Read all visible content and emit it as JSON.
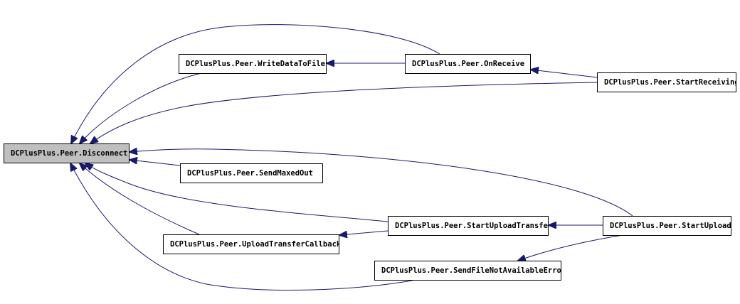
{
  "diagram": {
    "nodes": {
      "disconnect": "DCPlusPlus.Peer.Disconnect",
      "write_data_to_file": "DCPlusPlus.Peer.WriteDataToFile",
      "on_receive": "DCPlusPlus.Peer.OnReceive",
      "start_receiving": "DCPlusPlus.Peer.StartReceiving",
      "send_maxed_out": "DCPlusPlus.Peer.SendMaxedOut",
      "start_upload_transfer": "DCPlusPlus.Peer.StartUploadTransfer",
      "start_upload": "DCPlusPlus.Peer.StartUpload",
      "upload_transfer_callback": "DCPlusPlus.Peer.UploadTransferCallback",
      "send_file_not_available_error": "DCPlusPlus.Peer.SendFileNotAvailableError"
    },
    "edges": [
      {
        "from": "write_data_to_file",
        "to": "disconnect"
      },
      {
        "from": "on_receive",
        "to": "disconnect"
      },
      {
        "from": "on_receive",
        "to": "write_data_to_file"
      },
      {
        "from": "start_receiving",
        "to": "on_receive"
      },
      {
        "from": "start_receiving",
        "to": "disconnect"
      },
      {
        "from": "send_maxed_out",
        "to": "disconnect"
      },
      {
        "from": "start_upload",
        "to": "disconnect"
      },
      {
        "from": "start_upload_transfer",
        "to": "disconnect"
      },
      {
        "from": "start_upload",
        "to": "start_upload_transfer"
      },
      {
        "from": "upload_transfer_callback",
        "to": "disconnect"
      },
      {
        "from": "start_upload_transfer",
        "to": "upload_transfer_callback"
      },
      {
        "from": "send_file_not_available_error",
        "to": "disconnect"
      },
      {
        "from": "start_upload",
        "to": "send_file_not_available_error"
      }
    ],
    "colors": {
      "edge": "#191970",
      "node_border": "#000000",
      "node_fill": "#ffffff",
      "highlight_fill": "#bfbfbf"
    }
  }
}
